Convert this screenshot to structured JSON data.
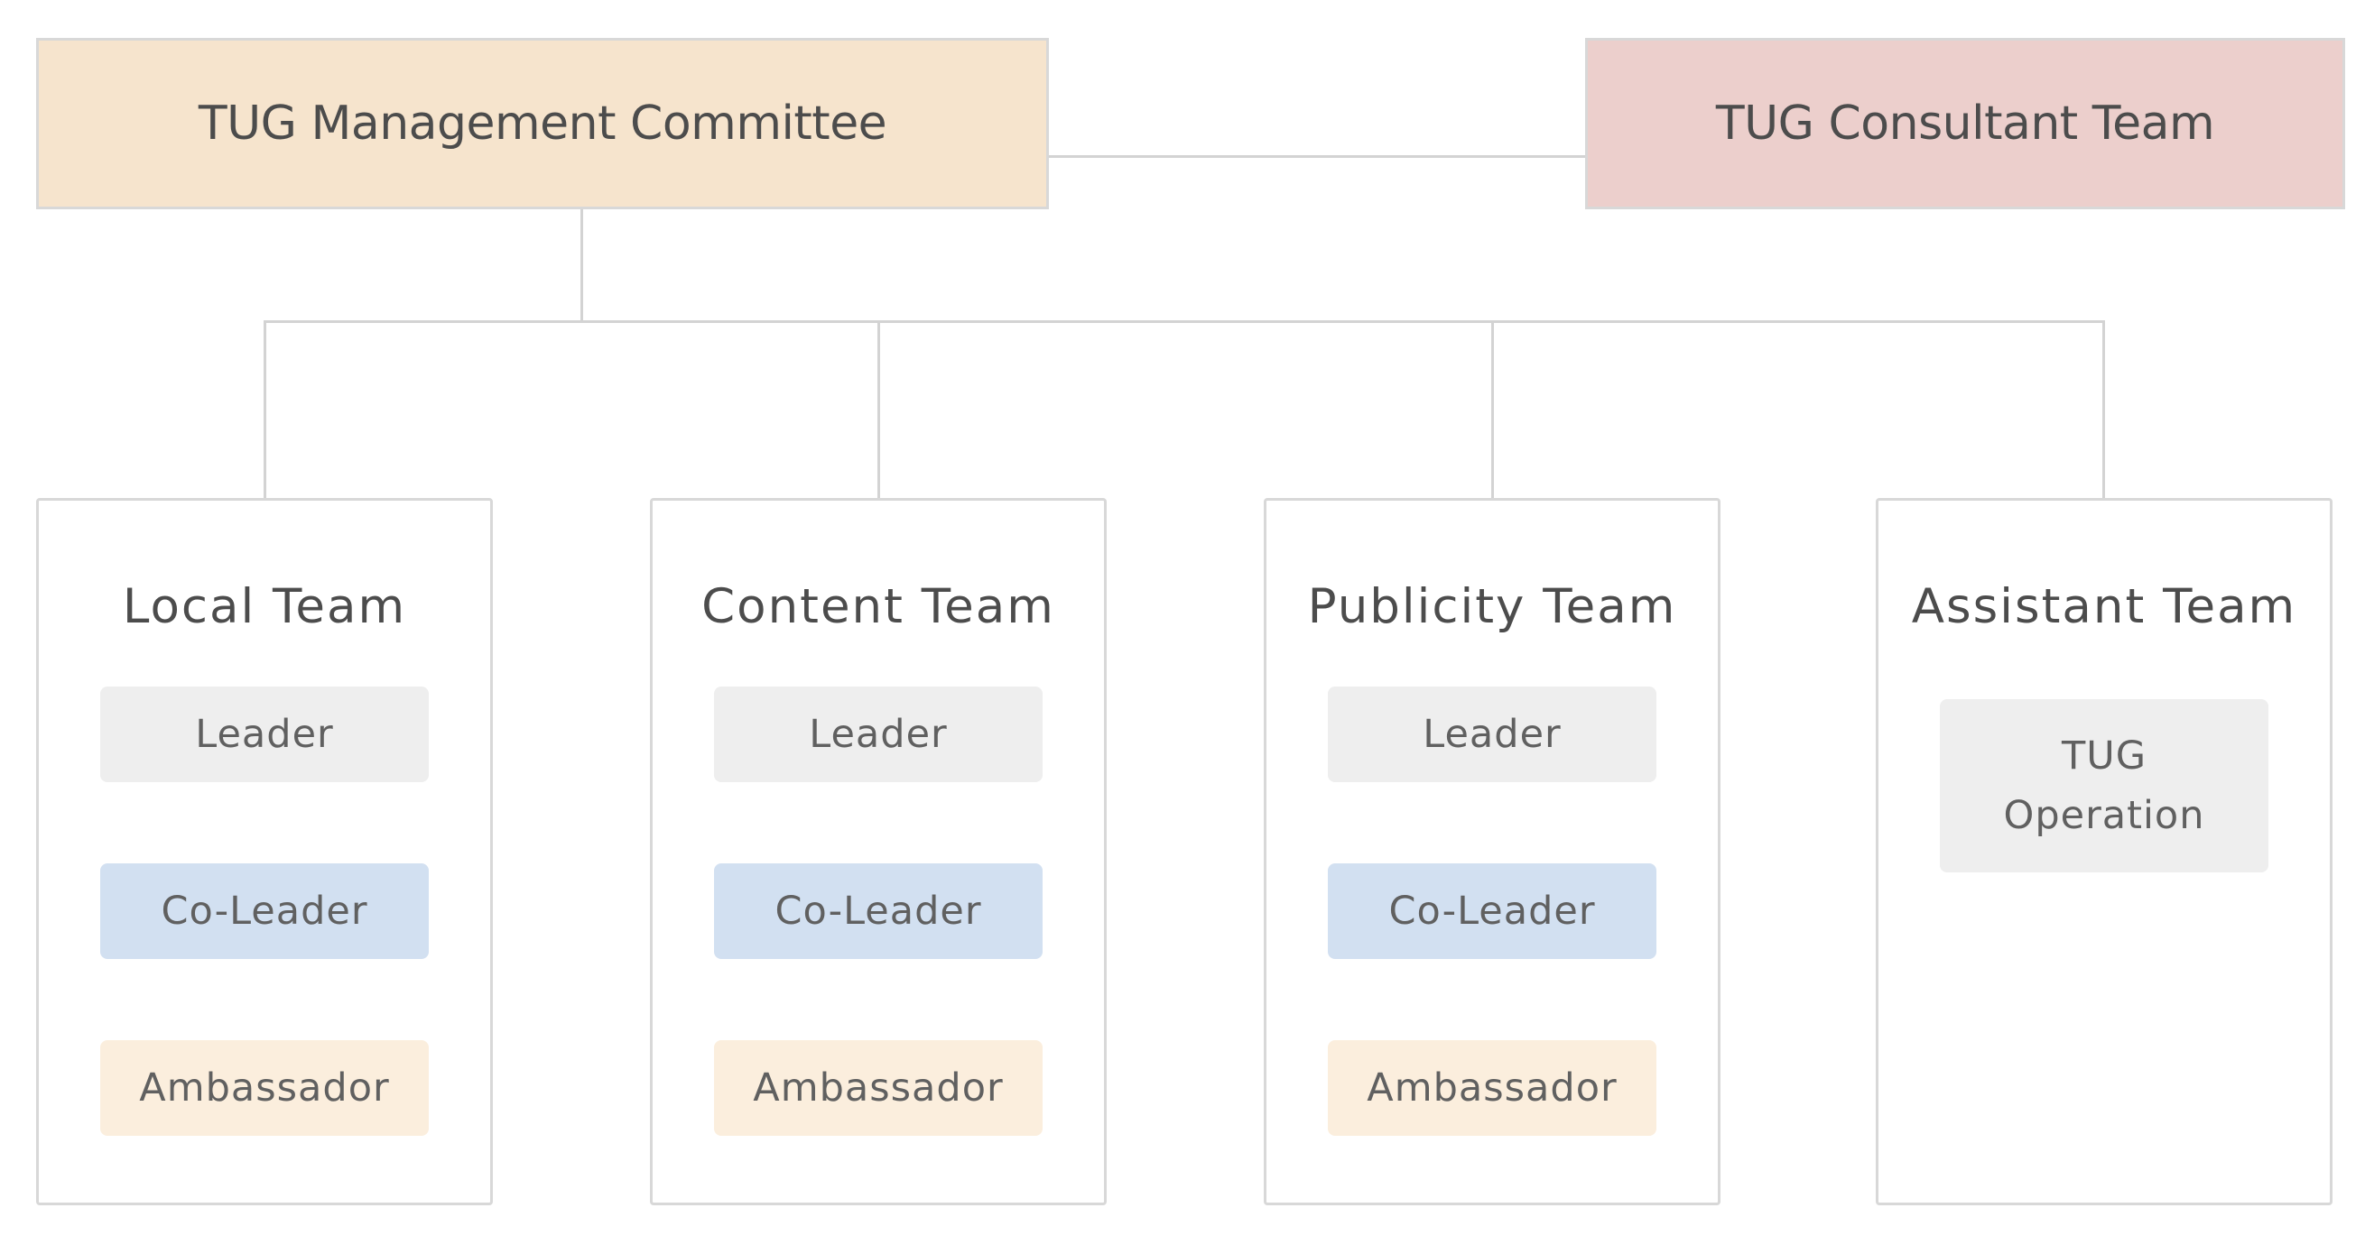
{
  "diagram": {
    "management": {
      "label": "TUG Management Committee"
    },
    "consultant": {
      "label": "TUG Consultant Team"
    },
    "teams": [
      {
        "name": "Local Team",
        "roles": [
          {
            "label": "Leader",
            "type": "leader"
          },
          {
            "label": "Co-Leader",
            "type": "co-leader"
          },
          {
            "label": "Ambassador",
            "type": "ambassador"
          }
        ]
      },
      {
        "name": "Content Team",
        "roles": [
          {
            "label": "Leader",
            "type": "leader"
          },
          {
            "label": "Co-Leader",
            "type": "co-leader"
          },
          {
            "label": "Ambassador",
            "type": "ambassador"
          }
        ]
      },
      {
        "name": "Publicity Team",
        "roles": [
          {
            "label": "Leader",
            "type": "leader"
          },
          {
            "label": "Co-Leader",
            "type": "co-leader"
          },
          {
            "label": "Ambassador",
            "type": "ambassador"
          }
        ]
      },
      {
        "name": "Assistant Team",
        "roles": [
          {
            "label": "TUG\nOperation",
            "type": "operation"
          }
        ]
      }
    ],
    "colors": {
      "management_bg": "#f6e4cd",
      "consultant_bg": "#eccfcc",
      "leader_bg": "#eeeeee",
      "co_leader_bg": "#d2e0f1",
      "ambassador_bg": "#fbeedd",
      "box_border": "#d8d8d8",
      "connector": "#d3d3d3",
      "title_text": "#4c4c4c",
      "chip_text": "#606060"
    }
  }
}
